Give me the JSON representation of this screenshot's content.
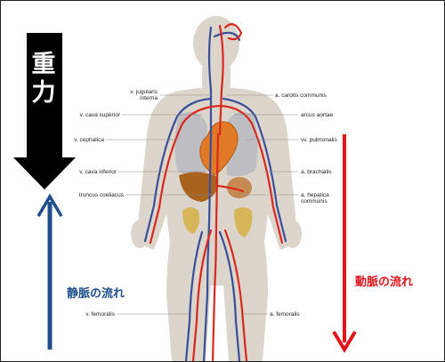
{
  "gravity": {
    "char1": "重",
    "char2": "力"
  },
  "flows": {
    "venous": "静脈の流れ",
    "arterial": "動脈の流れ"
  },
  "labels": {
    "v_jugularis_1": "v. jugularis",
    "v_jugularis_2": "interna",
    "v_cava_superior": "v. cava superior",
    "v_cephalica": "v. cephalica",
    "v_cava_inferior": "v. cava inferior",
    "truncus_coeliacus": "truncus coeliacus",
    "v_femoralis": "v. femoralis",
    "a_carotis": "a. carotis communis",
    "arcus_aortae": "arcus aortae",
    "vv_pulmonalis": "vv. pulmonalis",
    "a_brachialis": "a. brachialis",
    "a_hepatica_1": "a. hepatica",
    "a_hepatica_2": "communis",
    "a_femoralis": "a. femoralis"
  },
  "colors": {
    "gravity_arrow": "#000000",
    "venous_arrow": "#1f4e8c",
    "arterial_arrow": "#e0141a",
    "body": "#dcd5cb",
    "artery": "#d9281e",
    "vein": "#3a4f9a"
  }
}
